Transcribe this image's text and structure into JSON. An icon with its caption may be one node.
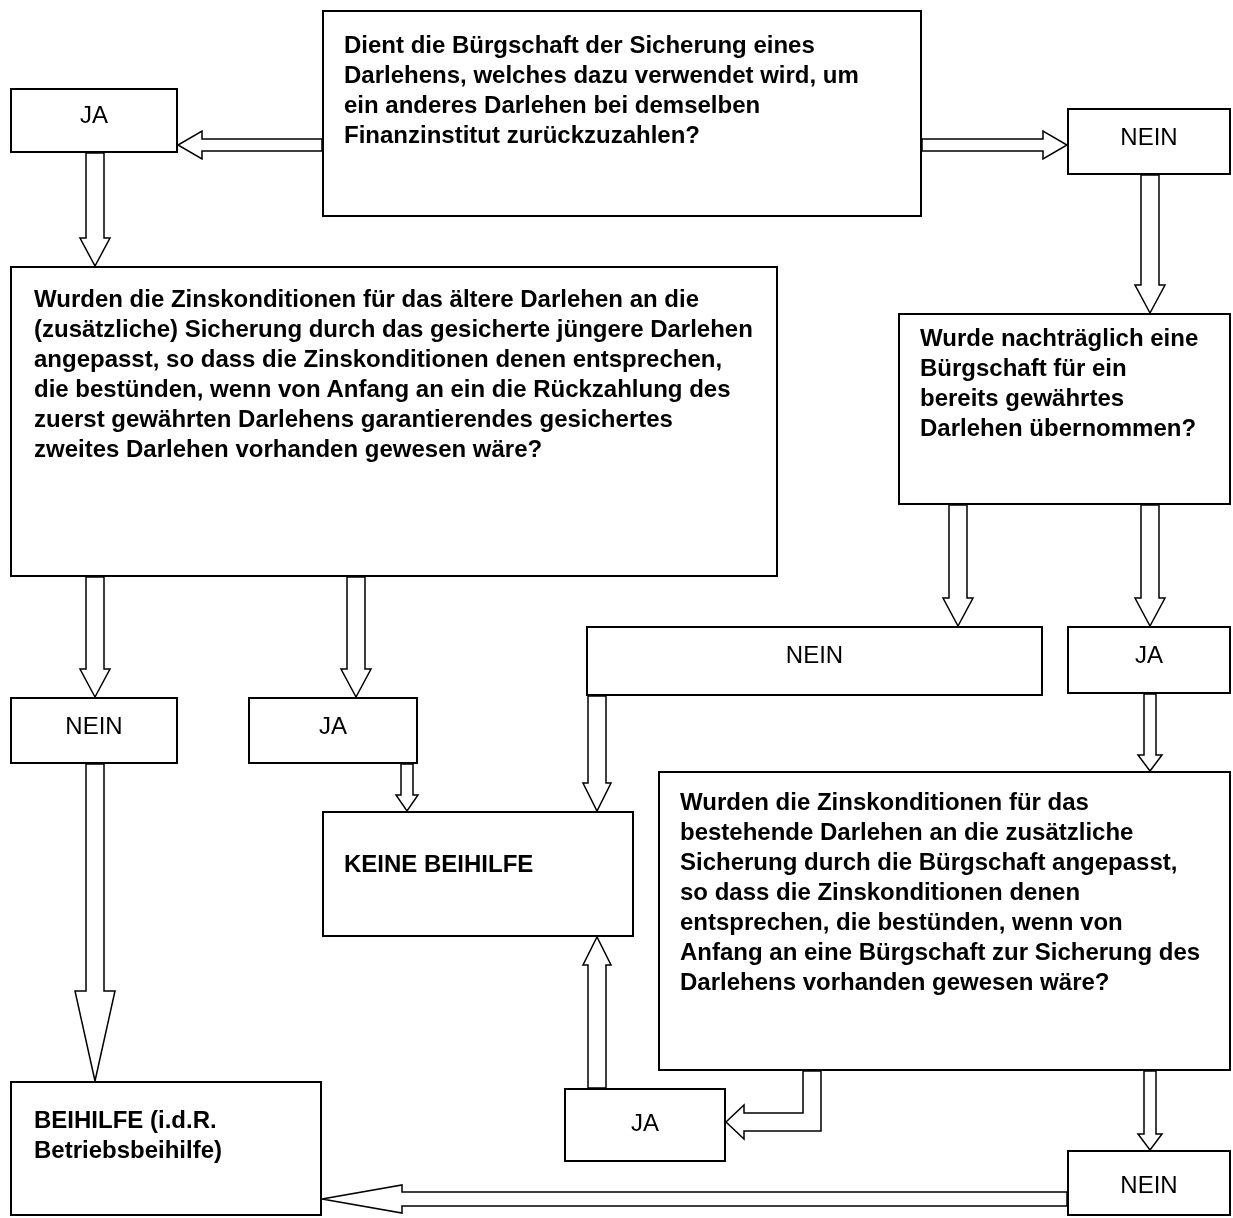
{
  "diagram": {
    "nodes": [
      {
        "text": [
          "Dient die Bürgschaft der Sicherung eines Darlehens, welches dazu verwendet wird, um ein anderes Darlehen bei demselben Finanzinstitut zurückzuzahlen?"
        ]
      },
      {
        "text": [
          "JA"
        ]
      },
      {
        "text": [
          "NEIN"
        ]
      },
      {
        "text": [
          "Wurden die Zinskonditionen für das ältere Darlehen an die (zusätzliche) Sicherung durch das gesicherte jüngere Darlehen angepasst, so dass die Zinskonditionen denen entsprechen, die bestünden, wenn von Anfang an ein die Rückzahlung des zuerst gewährten Darlehens garantierendes gesichertes zweites Darlehen vorhanden gewesen wäre?"
        ]
      },
      {
        "text": [
          "Wurde nachträglich eine Bürgschaft für ein bereits gewährtes Darlehen übernommen?"
        ]
      },
      {
        "text": [
          "NEIN"
        ]
      },
      {
        "text": [
          "JA"
        ]
      },
      {
        "text": [
          "NEIN"
        ]
      },
      {
        "text": [
          "JA"
        ]
      },
      {
        "text": [
          "KEINE BEIHILFE"
        ]
      },
      {
        "text": [
          "Wurden die Zinskonditionen für das bestehende Darlehen an die zusätzliche Sicherung durch die Bürgschaft angepasst, so dass die Zinskonditionen denen entsprechen, die bestünden, wenn von Anfang an eine Bürgschaft zur Sicherung des Darlehens vorhanden gewesen wäre?"
        ]
      },
      {
        "text": [
          "BEIHILFE (i.d.R. Betriebsbeihilfe)"
        ]
      },
      {
        "text": [
          "JA"
        ]
      },
      {
        "text": [
          "NEIN"
        ]
      }
    ],
    "edges": [
      {
        "from": 0,
        "to": 1,
        "arrow": "to"
      },
      {
        "from": 0,
        "to": 2,
        "arrow": "to"
      },
      {
        "from": 1,
        "to": 3,
        "arrow": "to"
      },
      {
        "from": 2,
        "to": 4,
        "arrow": "to"
      },
      {
        "from": 3,
        "to": 5,
        "arrow": "to"
      },
      {
        "from": 3,
        "to": 6,
        "arrow": "to"
      },
      {
        "from": 4,
        "to": 7,
        "arrow": "to"
      },
      {
        "from": 4,
        "to": 8,
        "arrow": "to"
      },
      {
        "from": 5,
        "to": 11,
        "arrow": "to"
      },
      {
        "from": 6,
        "to": 9,
        "arrow": "to"
      },
      {
        "from": 7,
        "to": 9,
        "arrow": "to"
      },
      {
        "from": 8,
        "to": 10,
        "arrow": "to"
      },
      {
        "from": 10,
        "to": 12,
        "arrow": "to"
      },
      {
        "from": 12,
        "to": 9,
        "arrow": "to"
      },
      {
        "from": 10,
        "to": 13,
        "arrow": "to"
      },
      {
        "from": 13,
        "to": 11,
        "arrow": "to"
      }
    ]
  }
}
